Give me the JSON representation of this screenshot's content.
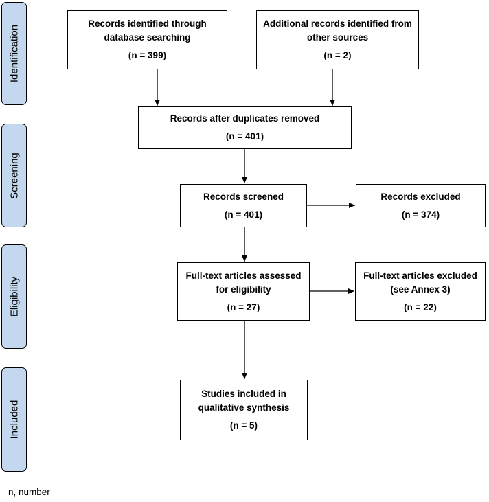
{
  "phases": {
    "identification": "Identification",
    "screening": "Screening",
    "eligibility": "Eligibility",
    "included": "Included"
  },
  "boxes": {
    "db_search": {
      "lines": [
        "Records identified through",
        "database searching"
      ],
      "count": "(n = 399)"
    },
    "other_sources": {
      "lines": [
        "Additional records identified from",
        "other sources"
      ],
      "count": "(n = 2)"
    },
    "after_duplicates": {
      "lines": [
        "Records after duplicates removed"
      ],
      "count": "(n = 401)"
    },
    "screened": {
      "lines": [
        "Records screened"
      ],
      "count": "(n = 401)"
    },
    "excluded": {
      "lines": [
        "Records excluded"
      ],
      "count": "(n = 374)"
    },
    "fulltext_assessed": {
      "lines": [
        "Full-text articles assessed",
        "for eligibility"
      ],
      "count": "(n = 27)"
    },
    "fulltext_excluded": {
      "lines": [
        "Full-text articles excluded",
        "(see Annex 3)"
      ],
      "count": "(n = 22)"
    },
    "included": {
      "lines": [
        "Studies included in",
        "qualitative synthesis"
      ],
      "count": "(n = 5)"
    }
  },
  "footnote": "n, number"
}
